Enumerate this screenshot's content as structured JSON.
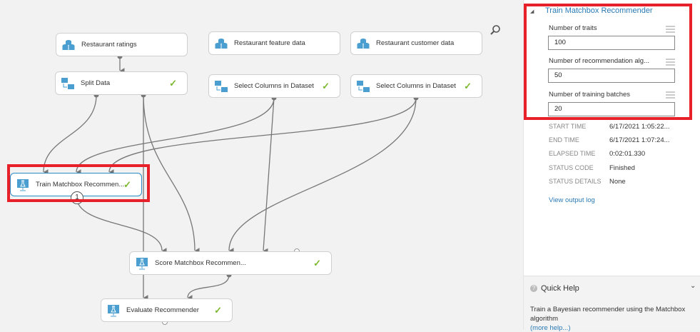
{
  "canvas": {
    "nodes": [
      {
        "id": "ratings",
        "label": "Restaurant ratings",
        "icon": "dataset-icon",
        "status": ""
      },
      {
        "id": "split",
        "label": "Split Data",
        "icon": "split-data-icon",
        "status": "finished"
      },
      {
        "id": "feature",
        "label": "Restaurant feature data",
        "icon": "dataset-icon",
        "status": ""
      },
      {
        "id": "select1",
        "label": "Select Columns in Dataset",
        "icon": "select-columns-icon",
        "status": "finished"
      },
      {
        "id": "customer",
        "label": "Restaurant customer data",
        "icon": "dataset-icon",
        "status": ""
      },
      {
        "id": "select2",
        "label": "Select Columns in Dataset",
        "icon": "select-columns-icon",
        "status": "finished"
      },
      {
        "id": "train",
        "label": "Train Matchbox Recommen...",
        "icon": "train-model-icon",
        "status": "finished",
        "port_badge": "1"
      },
      {
        "id": "score",
        "label": "Score Matchbox Recommen...",
        "icon": "train-model-icon",
        "status": "finished"
      },
      {
        "id": "evaluate",
        "label": "Evaluate Recommender",
        "icon": "train-model-icon",
        "status": "finished"
      }
    ],
    "check_glyph": "✓",
    "accent": "#2a8ac4",
    "highlight": "#e8202a"
  },
  "panel": {
    "title": "Train Matchbox Recommender",
    "params": [
      {
        "label": "Number of traits",
        "value": "100"
      },
      {
        "label": "Number of recommendation alg...",
        "value": "50"
      },
      {
        "label": "Number of training batches",
        "value": "20"
      }
    ],
    "stats": [
      {
        "key": "START TIME",
        "value": "6/17/2021 1:05:22..."
      },
      {
        "key": "END TIME",
        "value": "6/17/2021 1:07:24..."
      },
      {
        "key": "ELAPSED TIME",
        "value": "0:02:01.330"
      },
      {
        "key": "STATUS CODE",
        "value": "Finished"
      },
      {
        "key": "STATUS DETAILS",
        "value": "None"
      }
    ],
    "output_log": "View output log"
  },
  "quick_help": {
    "title": "Quick Help",
    "text": "Train a Bayesian recommender using the Matchbox algorithm",
    "more": "(more help...)"
  }
}
